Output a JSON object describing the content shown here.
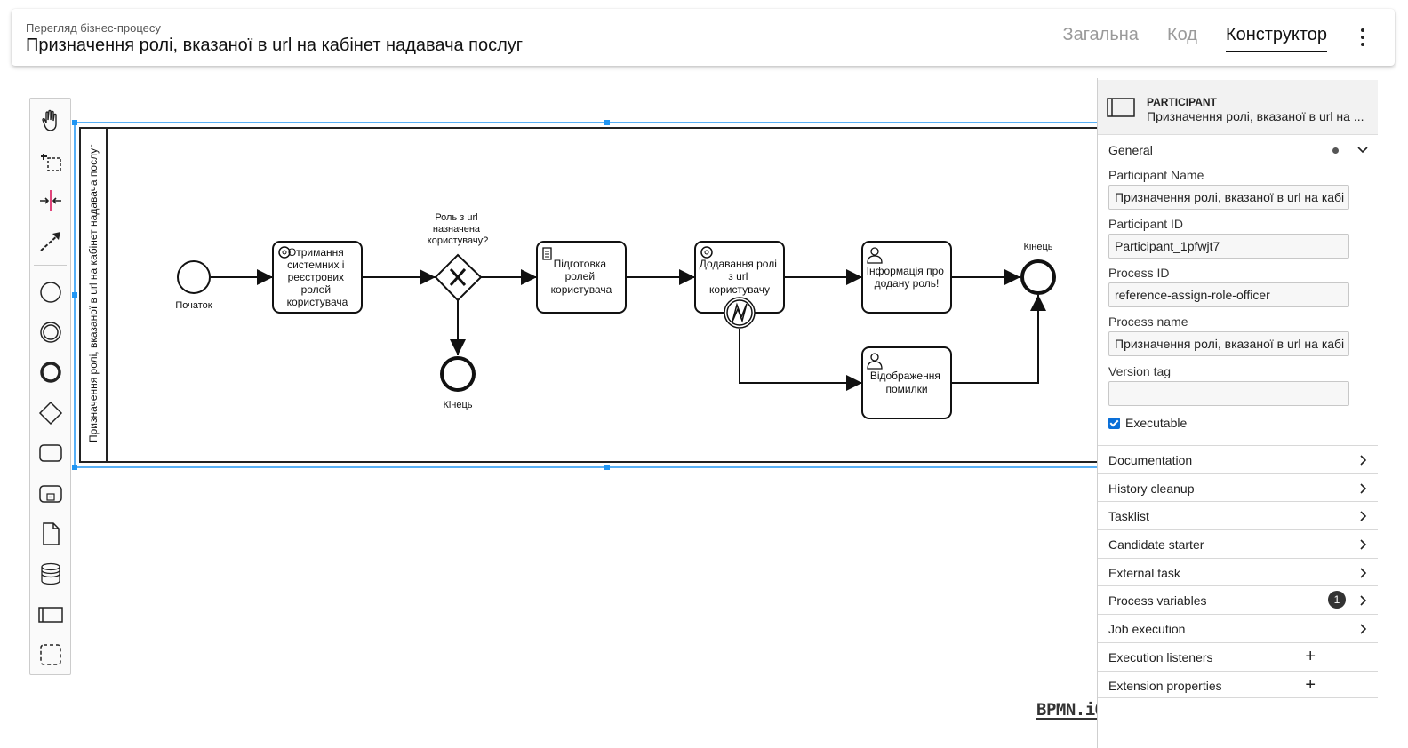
{
  "header": {
    "subtitle": "Перегляд бізнес-процесу",
    "title": "Призначення ролі, вказаної в url на кабінет надавача послуг",
    "tabs": [
      "Загальна",
      "Код",
      "Конструктор"
    ],
    "active_tab": "Конструктор"
  },
  "diagram": {
    "pool_label": "Призначення ролі, вказаної в url на кабінет надавача послуг",
    "start_label": "Початок",
    "task1": [
      "Отримання",
      "системних і",
      "реєстрових",
      "ролей",
      "користувача"
    ],
    "gateway_label": [
      "Роль з url",
      "назначена",
      "користувачу?"
    ],
    "end_mid_label": "Кінець",
    "task2": [
      "Підготовка",
      "ролей",
      "користувача"
    ],
    "task3": [
      "Додавання ролі",
      "з url",
      "користувачу"
    ],
    "task4": [
      "Інформація про",
      "додану роль!"
    ],
    "task5": [
      "Відображення",
      "помилки"
    ],
    "end_right_label": "Кінець",
    "watermark": "BPMN.iO"
  },
  "panel": {
    "type": "PARTICIPANT",
    "name": "Призначення ролі, вказаної в url на ...",
    "general": "General",
    "fields": {
      "participant_name_label": "Participant Name",
      "participant_name": "Призначення ролі, вказаної в url на кабі",
      "participant_id_label": "Participant ID",
      "participant_id": "Participant_1pfwjt7",
      "process_id_label": "Process ID",
      "process_id": "reference-assign-role-officer",
      "process_name_label": "Process name",
      "process_name": "Призначення ролі, вказаної в url на кабі",
      "version_tag_label": "Version tag",
      "version_tag": ""
    },
    "executable_label": "Executable",
    "sections": {
      "documentation": "Documentation",
      "history_cleanup": "History cleanup",
      "tasklist": "Tasklist",
      "candidate_starter": "Candidate starter",
      "external_task": "External task",
      "process_variables": "Process variables",
      "process_variables_count": "1",
      "job_execution": "Job execution",
      "execution_listeners": "Execution listeners",
      "extension_properties": "Extension properties"
    }
  }
}
